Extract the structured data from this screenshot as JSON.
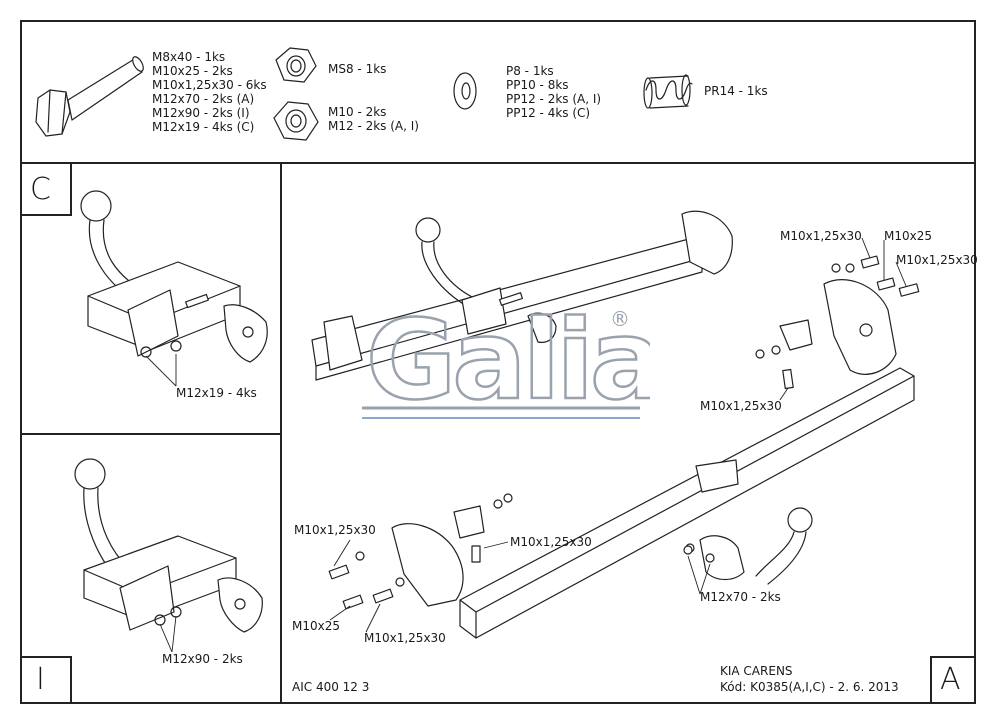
{
  "parts": {
    "bolt_list": [
      "M8x40 - 1ks",
      "M10x25 - 2ks",
      "M10x1,25x30 - 6ks",
      "M12x70 - 2ks (A)",
      "M12x90 - 2ks (I)",
      "M12x19 - 4ks (C)"
    ],
    "nut_ms8": "MS8 - 1ks",
    "nut_list": [
      "M10 - 2ks",
      "M12 - 2ks (A, I)"
    ],
    "washer_list": [
      "P8 - 1ks",
      "PP10 - 8ks",
      "PP12 - 2ks (A, I)",
      "PP12 - 4ks (C)"
    ],
    "spring": "PR14 - 1ks"
  },
  "panel_c": {
    "letter": "C",
    "callout": "M12x19 - 4ks"
  },
  "panel_i": {
    "letter": "I",
    "callout": "M12x90 - 2ks"
  },
  "panel_a": {
    "letter": "A",
    "callouts": {
      "top_right_1": "M10x1,25x30",
      "top_right_2": "M10x25",
      "top_right_3": "M10x1,25x30",
      "mid_right": "M10x1,25x30",
      "left_1": "M10x1,25x30",
      "left_2": "M10x25",
      "left_3": "M10x1,25x30",
      "mid_center": "M10x1,25x30",
      "ball": "M12x70 - 2ks"
    }
  },
  "footer": {
    "drawing_no": "AIC 400 12 3",
    "model": "KIA CARENS",
    "code": "Kód: K0385(A,I,C) - 2. 6. 2013"
  },
  "watermark": {
    "brand": "Galia",
    "reg": "®"
  }
}
